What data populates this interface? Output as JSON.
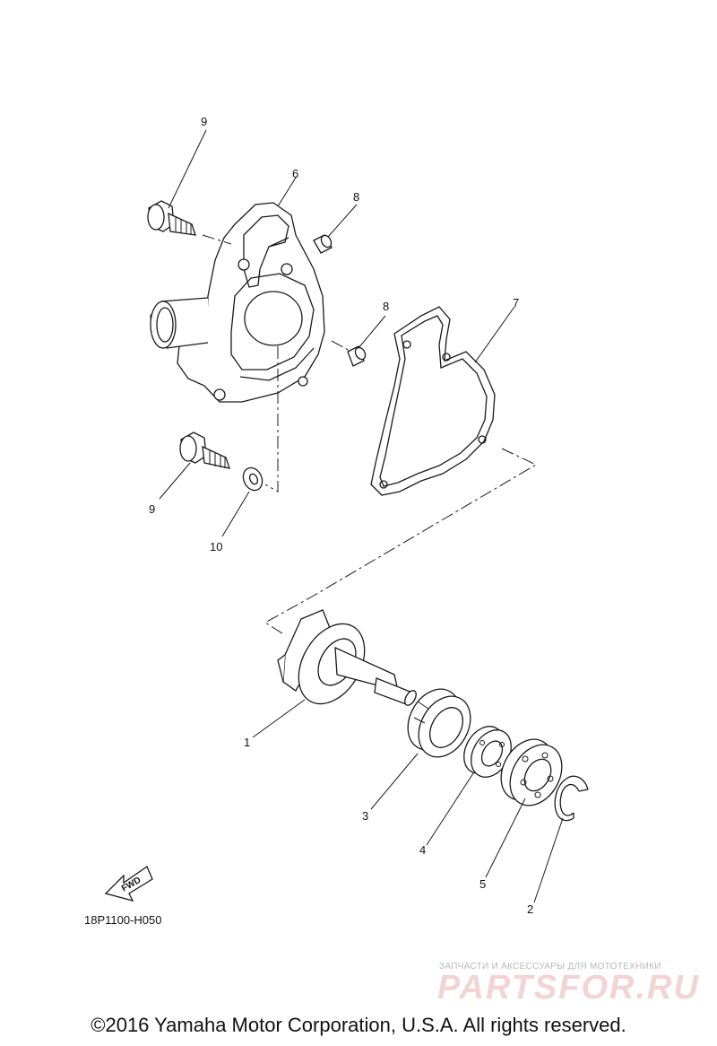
{
  "callouts": [
    {
      "num": "1"
    },
    {
      "num": "2"
    },
    {
      "num": "3"
    },
    {
      "num": "4"
    },
    {
      "num": "5"
    },
    {
      "num": "6"
    },
    {
      "num": "7"
    },
    {
      "num": "8"
    },
    {
      "num": "8"
    },
    {
      "num": "9"
    },
    {
      "num": "9"
    },
    {
      "num": "10"
    }
  ],
  "fwd_label": "FWD",
  "diagram_ref": "18P1100-H050",
  "watermark": {
    "tagline": "ЗАПЧАСТИ И АКСЕССУАРЫ ДЛЯ МОТОТЕХНИКИ",
    "logo": "PARTSFOR.RU",
    "color": "#f3d4d4"
  },
  "copyright": "©2016 Yamaha Motor Corporation, U.S.A. All rights reserved."
}
